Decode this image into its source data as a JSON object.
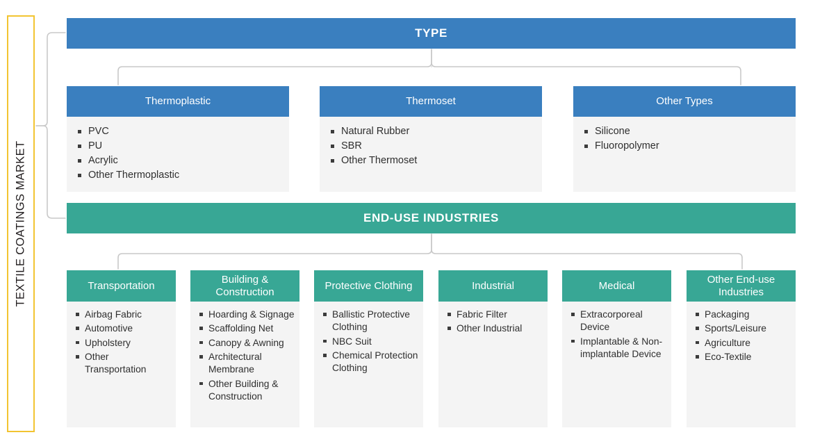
{
  "market": {
    "label": "TEXTILE COATINGS MARKET",
    "border_color": "#f2c431"
  },
  "colors": {
    "type_blue": "#3a7fbf",
    "enduse_green": "#38a795",
    "card_body_gray": "#f4f4f4",
    "connector_gray": "#c9c9c9",
    "text_dark": "#2f2f2f"
  },
  "sections": [
    {
      "banner": "TYPE",
      "accent": "#3a7fbf",
      "cards": [
        {
          "title": "Thermoplastic",
          "items": [
            "PVC",
            "PU",
            "Acrylic",
            "Other Thermoplastic"
          ]
        },
        {
          "title": "Thermoset",
          "items": [
            "Natural Rubber",
            "SBR",
            "Other Thermoset"
          ]
        },
        {
          "title": "Other Types",
          "items": [
            "Silicone",
            "Fluoropolymer"
          ]
        }
      ]
    },
    {
      "banner": "END-USE INDUSTRIES",
      "accent": "#38a795",
      "cards": [
        {
          "title": "Transportation",
          "items": [
            "Airbag Fabric",
            "Automotive",
            "Upholstery",
            "Other Transportation"
          ]
        },
        {
          "title": "Building & Construction",
          "items": [
            "Hoarding & Signage",
            "Scaffolding Net",
            "Canopy & Awning",
            "Architectural Membrane",
            "Other Building & Construction"
          ]
        },
        {
          "title": "Protective Clothing",
          "items": [
            "Ballistic Protective Clothing",
            "NBC Suit",
            "Chemical Protection Clothing"
          ]
        },
        {
          "title": "Industrial",
          "items": [
            "Fabric Filter",
            "Other Industrial"
          ]
        },
        {
          "title": "Medical",
          "items": [
            "Extracorporeal Device",
            "Implantable & Non-implantable Device"
          ]
        },
        {
          "title": "Other End-use Industries",
          "items": [
            "Packaging",
            "Sports/Leisure",
            "Agriculture",
            "Eco-Textile"
          ]
        }
      ]
    }
  ]
}
